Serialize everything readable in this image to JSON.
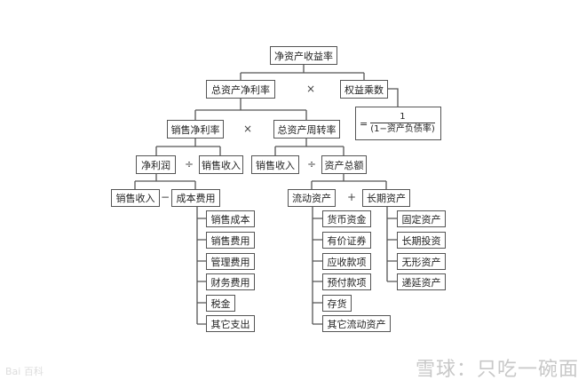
{
  "nodes": {
    "roe": "净资产收益率",
    "roa": "总资产净利率",
    "em": "权益乘数",
    "em_formula_eq": "=",
    "em_formula_num": "1",
    "em_formula_den": "(1−资产负债率)",
    "npm": "销售净利率",
    "tat": "总资产周转率",
    "np": "净利润",
    "sales1": "销售收入",
    "sales2": "销售收入",
    "ta": "资产总额",
    "sales3": "销售收入",
    "cost": "成本费用",
    "ca": "流动资产",
    "lta": "长期资产",
    "cost_items": [
      "销售成本",
      "销售费用",
      "管理费用",
      "财务费用",
      "税金",
      "其它支出"
    ],
    "ca_items": [
      "货币资金",
      "有价证券",
      "应收款项",
      "预付款项",
      "存货",
      "其它流动资产"
    ],
    "lta_items": [
      "固定资产",
      "长期投资",
      "无形资产",
      "递延资产"
    ]
  },
  "operators": {
    "times1": "×",
    "times2": "×",
    "div1": "÷",
    "div2": "÷",
    "minus": "−",
    "plus": "+"
  },
  "watermark": "雪球：只吃一碗面",
  "logo": "Bai 百科"
}
